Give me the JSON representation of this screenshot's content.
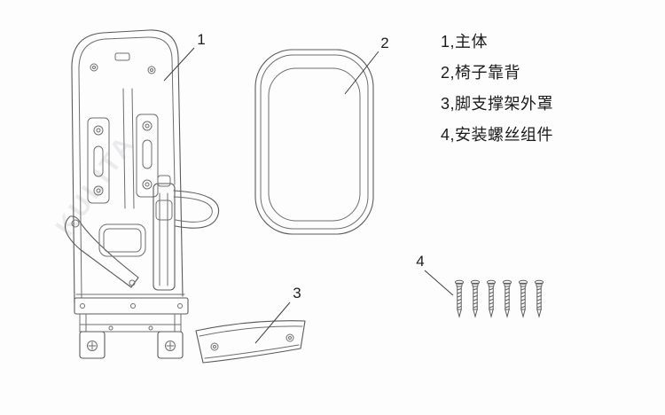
{
  "page": {
    "background": "#fdfdfd",
    "line_color": "#6e6e6e",
    "text_color": "#1b1b1b"
  },
  "callouts": [
    {
      "label": "1",
      "target": "main-body"
    },
    {
      "label": "2",
      "target": "backrest"
    },
    {
      "label": "3",
      "target": "foot-support-cover"
    },
    {
      "label": "4",
      "target": "screw-set"
    }
  ],
  "legend": {
    "items": [
      {
        "text": "1,主体"
      },
      {
        "text": "2,椅子靠背"
      },
      {
        "text": "3,脚支撑架外罩"
      },
      {
        "text": "4,安装螺丝组件"
      }
    ]
  },
  "screws": {
    "count": 6
  },
  "watermark": {
    "text": "KULITA"
  }
}
